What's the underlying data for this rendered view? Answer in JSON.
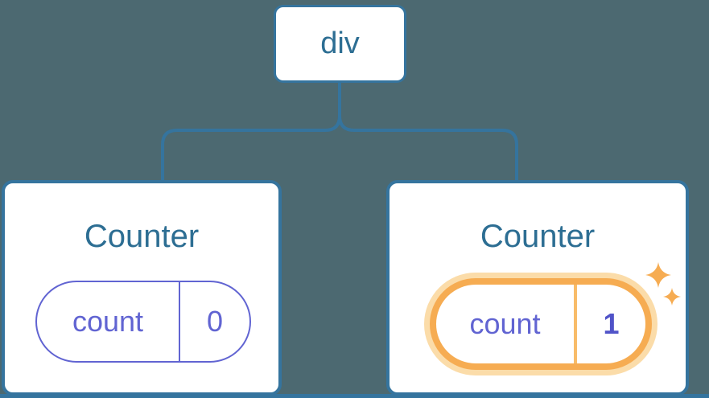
{
  "diagram": {
    "description": "component tree with shared parent and two counter children",
    "root_node": {
      "label": "div"
    },
    "children": [
      {
        "title": "Counter",
        "state": {
          "key": "count",
          "value": "0"
        },
        "highlighted": false
      },
      {
        "title": "Counter",
        "state": {
          "key": "count",
          "value": "1"
        },
        "highlighted": true
      }
    ],
    "icons": {
      "highlight_sparkles": "sparkle-icon"
    },
    "colors": {
      "background": "#4C6971",
      "node_border_blue": "#35749E",
      "node_text_blue": "#2D6E93",
      "state_purple": "#6164D2",
      "state_value_bold_purple": "#5053C8",
      "highlight_orange": "#F6AC52",
      "highlight_halo": "#FBDCA9"
    }
  }
}
